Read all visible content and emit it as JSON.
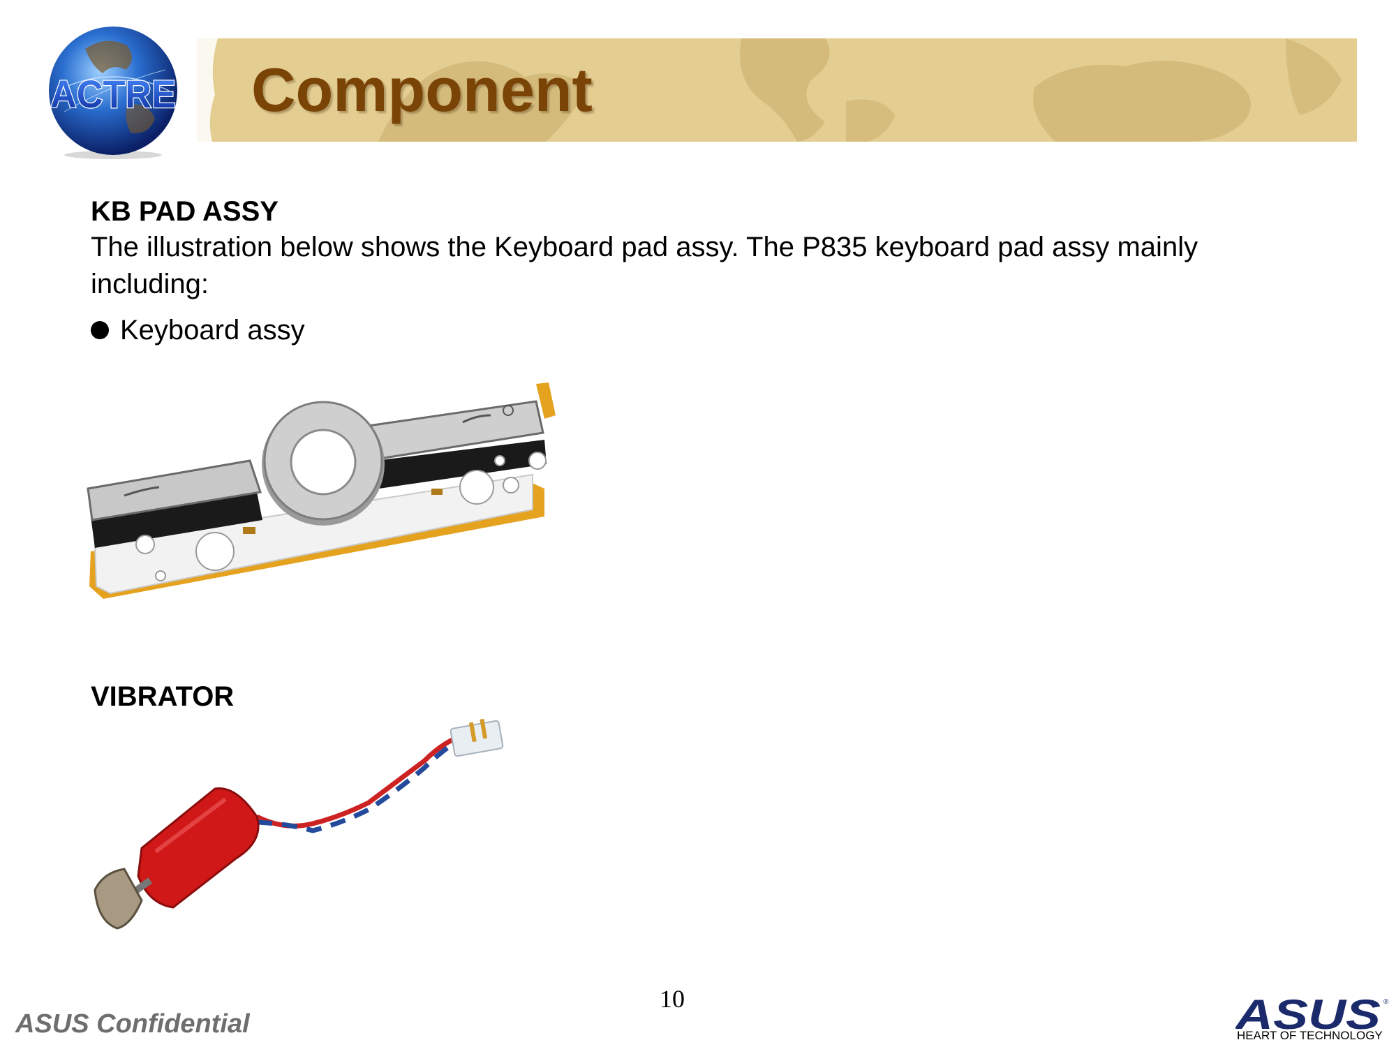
{
  "header": {
    "logo_text": "ACTRE",
    "title": "Component"
  },
  "kb_section": {
    "heading": "KB PAD ASSY",
    "description": "The illustration below shows the Keyboard pad assy. The P835 keyboard pad assy mainly including:",
    "bullets": [
      {
        "label": "Keyboard assy"
      }
    ]
  },
  "vibrator_section": {
    "heading": "VIBRATOR"
  },
  "footer": {
    "page_number": "10",
    "confidential": "ASUS Confidential",
    "brand_logo_text": "ASUS",
    "brand_tagline": "HEART OF TECHNOLOGY"
  },
  "colors": {
    "banner_bg": "#e3cd91",
    "title_color": "#7a4406",
    "confidential_color": "#6e6e6e",
    "asus_blue": "#1b2a6b"
  }
}
